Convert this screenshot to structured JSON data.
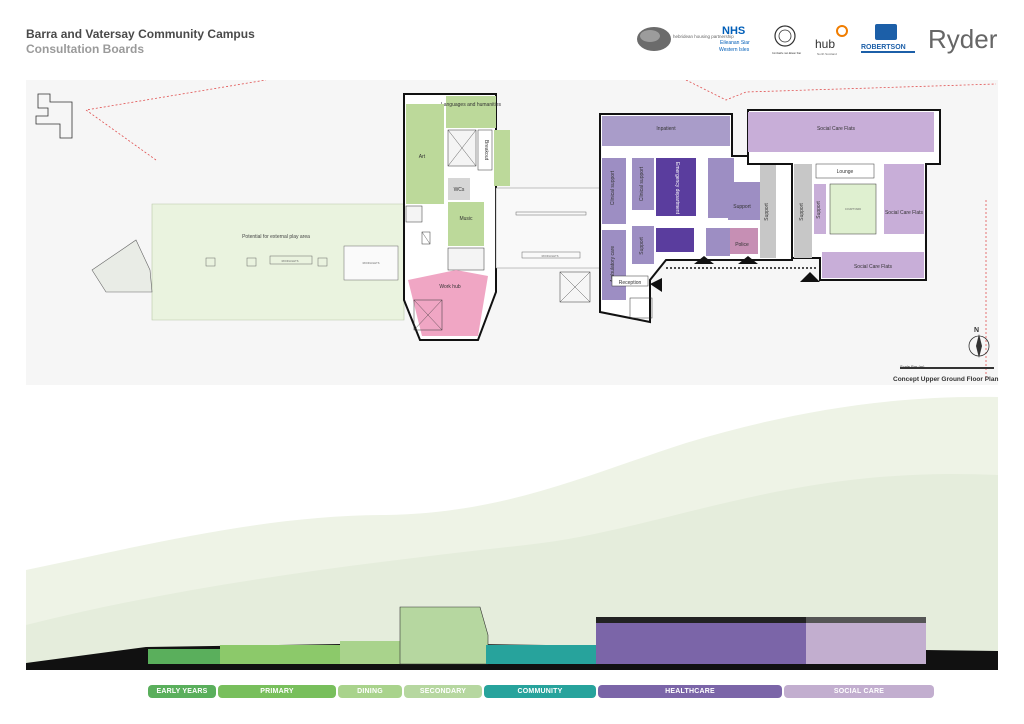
{
  "header": {
    "title": "Barra and Vatersay Community Campus",
    "subtitle": "Consultation Boards"
  },
  "logos": {
    "hebridean": "hebridean housing partnership",
    "nhs": "NHS",
    "nhs_sub1": "Eileanan Siar",
    "nhs_sub2": "Western Isles",
    "comhairle": "Comhairle nan Eilean Siar",
    "hub": "hub",
    "hub_sub": "North Scotland",
    "robertson": "ROBERTSON",
    "ryder": "Ryder"
  },
  "plan": {
    "play_area": "Potential for external play area",
    "rooflights": "ROOFLIGHTS",
    "languages": "Languages and humanities",
    "art": "Art",
    "breakout": "Breakout",
    "wcs": "WCs",
    "music": "Music",
    "work_hub": "Work hub",
    "inpatient": "Inpatient",
    "clinical_support_1": "Clinical support",
    "clinical_support_2": "Clinical support",
    "emergency": "Emergency department",
    "support_1": "Support",
    "support_2": "Support",
    "support_3": "Support",
    "support_4": "Support",
    "support_5": "Support",
    "ambulatory": "Ambulatory care",
    "police": "Police",
    "reception": "Reception",
    "social_care_flats_1": "Social Care Flats",
    "social_care_flats_2": "Social Care Flats",
    "social_care_flats_3": "Social Care Flats",
    "lounge": "Lounge",
    "courtyard": "COURTYARD",
    "scale": "Scale Bar (m)",
    "caption": "Concept Upper Ground Floor Plan",
    "north": "N"
  },
  "zones": {
    "early_years": "EARLY YEARS",
    "primary": "PRIMARY",
    "dining": "DINING",
    "secondary": "SECONDARY",
    "community": "COMMUNITY",
    "healthcare": "HEALTHCARE",
    "social_care": "SOCIAL CARE"
  },
  "colors": {
    "early_years": "#5aaf5c",
    "primary": "#78bf5c",
    "dining": "#a9d38c",
    "secondary": "#b6d7a0",
    "community": "#27a39c",
    "healthcare": "#7b65a8",
    "social_care": "#c2aecf"
  }
}
